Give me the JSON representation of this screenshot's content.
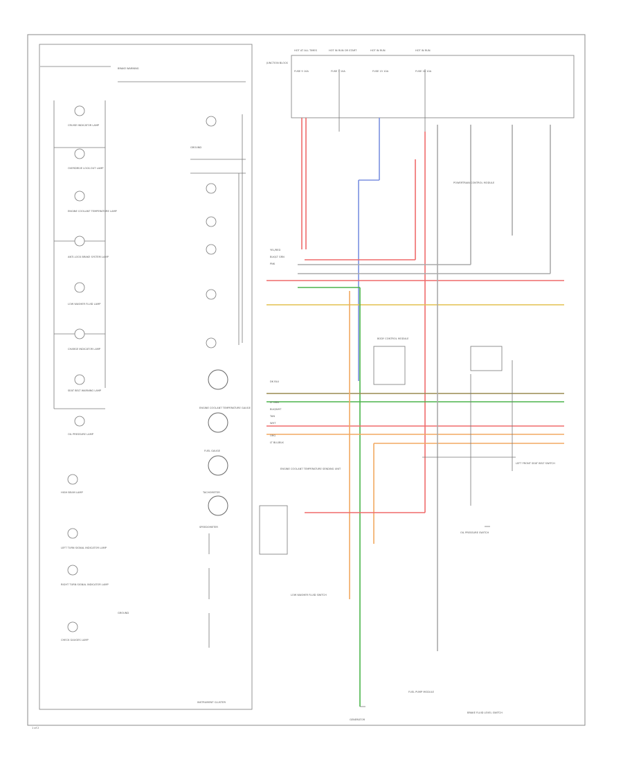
{
  "diagram_title": "INSTRUMENT CLUSTER",
  "page_number": "1 of 2",
  "cluster_lamps": [
    {
      "label": "CRUISE INDICATOR LAMP"
    },
    {
      "label": "OVERDRIVE LOCK-OUT LAMP"
    },
    {
      "label": "ENGINE COOLANT TEMPERATURE LAMP"
    },
    {
      "label": "ANTI-LOCK BRAKE SYSTEM LAMP"
    },
    {
      "label": "LOW WASHER FLUID LAMP"
    },
    {
      "label": "CHARGE INDICATOR LAMP"
    },
    {
      "label": "SEAT BELT WARNING LAMP"
    },
    {
      "label": "OIL PRESSURE LAMP"
    },
    {
      "label": "HIGH BEAM LAMP"
    },
    {
      "label": "LEFT TURN SIGNAL INDICATOR LAMP"
    },
    {
      "label": "RIGHT TURN SIGNAL INDICATOR LAMP"
    },
    {
      "label": "CHECK GAUGES LAMP"
    }
  ],
  "cluster_gauges": [
    {
      "label": "ENGINE COOLANT TEMPERATURE GAUGE"
    },
    {
      "label": "FUEL GAUGE"
    },
    {
      "label": "TACHOMETER"
    },
    {
      "label": "SPEEDOMETER"
    }
  ],
  "fuses_top": [
    {
      "label": "HOT AT ALL TIMES",
      "fuse": "FUSE 9 10A"
    },
    {
      "label": "HOT IN RUN OR START",
      "fuse": "FUSE 7 10A"
    },
    {
      "label": "HOT IN RUN",
      "fuse": "FUSE 15 10A"
    },
    {
      "label": "HOT IN RUN",
      "fuse": "FUSE 16 10A"
    }
  ],
  "junction_block": {
    "label": "JUNCTION BLOCK"
  },
  "wire_colors": [
    "YEL/RED",
    "BLK/LT GRN",
    "PNK",
    "DK BLU",
    "LT GRN",
    "BLK/WHT",
    "TAN",
    "WHT",
    "ORG",
    "LT BLU/BLK"
  ],
  "right_components": [
    {
      "label": "BODY CONTROL MODULE"
    },
    {
      "label": "POWERTRAIN CONTROL MODULE"
    },
    {
      "label": "ENGINE COOLANT TEMPERATURE SENDING UNIT"
    },
    {
      "label": "OIL PRESSURE SWITCH"
    },
    {
      "label": "LEFT FRONT SEAT BELT SWITCH"
    },
    {
      "label": "FUEL PUMP MODULE"
    },
    {
      "label": "BRAKE FLUID LEVEL SWITCH"
    }
  ],
  "bottom_labels": [
    {
      "label": "LOW WASHER FLUID SWITCH"
    },
    {
      "label": "GENERATOR"
    }
  ],
  "wire_pairs_left": {
    "top_label": "BRAKE WARNING",
    "mid_label": "GROUND",
    "bottom_label": "GROUND"
  }
}
